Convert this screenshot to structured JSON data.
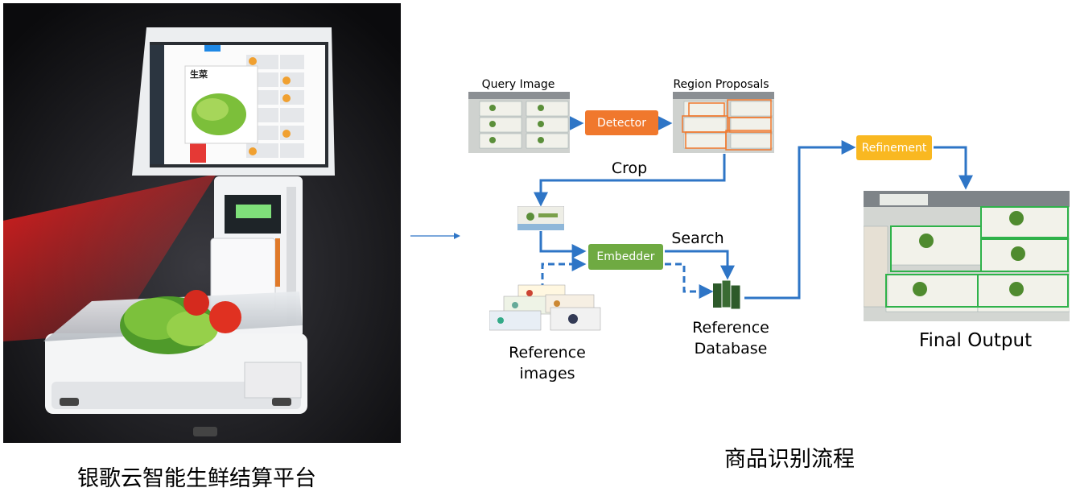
{
  "captions": {
    "left": "银歌云智能生鲜结算平台",
    "right": "商品识别流程"
  },
  "screen": {
    "popup_label": "生菜"
  },
  "pipeline": {
    "query_image": "Query Image",
    "region_proposals": "Region Proposals",
    "detector": "Detector",
    "crop": "Crop",
    "embedder": "Embedder",
    "search": "Search",
    "refinement": "Refinement",
    "reference_images_line1": "Reference",
    "reference_images_line2": "images",
    "reference_database_line1": "Reference",
    "reference_database_line2": "Database",
    "final_output": "Final Output"
  },
  "colors": {
    "arrow": "#2e75c6",
    "detector": "#f0782d",
    "embedder": "#6faa42",
    "refinement": "#f9b821",
    "proposal_box": "#f0782d",
    "final_box": "#2fb24a",
    "database": "#2d5a2a"
  }
}
